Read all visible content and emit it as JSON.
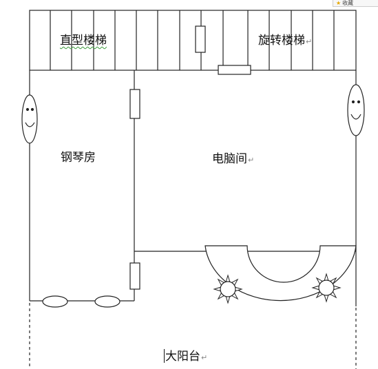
{
  "labels": {
    "straight_stairs": "直型楼梯",
    "spiral_stairs": "旋转楼梯",
    "piano_room": "钢琴房",
    "computer_room": "电脑间",
    "balcony": "大阳台"
  },
  "badge": {
    "text": "收藏"
  },
  "icons": {
    "smiley": "smiley-face-icon",
    "sun": "sun-icon",
    "return_mark": "↵"
  }
}
